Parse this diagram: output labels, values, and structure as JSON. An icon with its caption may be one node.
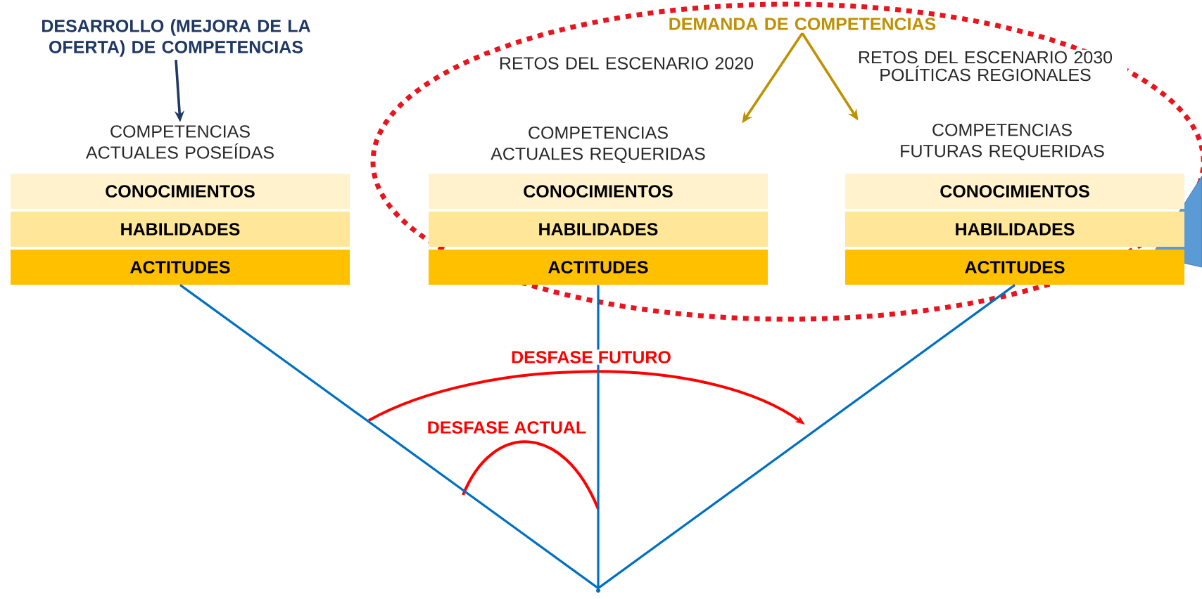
{
  "diagram": {
    "nodes": [
      {
        "text": [
          "DESARROLLO (MEJORA DE LA OFERTA) DE COMPETENCIAS"
        ]
      },
      {
        "text": [
          "COMPETENCIAS ACTUALES POSEÍDAS"
        ]
      },
      {
        "text": [
          "CONOCIMIENTOS"
        ]
      },
      {
        "text": [
          "HABILIDADES"
        ]
      },
      {
        "text": [
          "ACTITUDES"
        ]
      },
      {
        "text": [
          "DEMANDA DE COMPETENCIAS"
        ]
      },
      {
        "text": [
          "COMPETENCIAS ACTUALES REQUERIDAS"
        ]
      },
      {
        "text": [
          "CONOCIMIENTOS"
        ]
      },
      {
        "text": [
          "HABILIDADES"
        ]
      },
      {
        "text": [
          "ACTITUDES"
        ]
      },
      {
        "text": [
          "COMPETENCIAS FUTURAS REQUERIDAS"
        ]
      },
      {
        "text": [
          "CONOCIMIENTOS"
        ]
      },
      {
        "text": [
          "HABILIDADES"
        ]
      },
      {
        "text": [
          "ACTITUDES"
        ]
      },
      {
        "text": [],
        "shape": "point"
      }
    ],
    "edges": [
      {
        "from": 4,
        "to": 14,
        "arrow": "none",
        "color": "#0070c0"
      },
      {
        "from": 9,
        "to": 14,
        "arrow": "none",
        "color": "#0070c0"
      },
      {
        "from": 13,
        "to": 14,
        "arrow": "none",
        "color": "#0070c0"
      },
      {
        "from": 0,
        "to": 1,
        "arrow": "to",
        "color": "#1f3864"
      },
      {
        "from": 5,
        "to": 6,
        "arrow": "to",
        "label": "RETOS DEL ESCENARIO 2020",
        "color": "#bf9000"
      },
      {
        "from": 5,
        "to": 10,
        "arrow": "to",
        "label": "RETOS DEL ESCENARIO 2030 POLÍTICAS REGIONALES",
        "color": "#bf9000"
      }
    ],
    "labels": [
      "DESFASE FUTURO",
      "DESFASE ACTUAL"
    ]
  }
}
